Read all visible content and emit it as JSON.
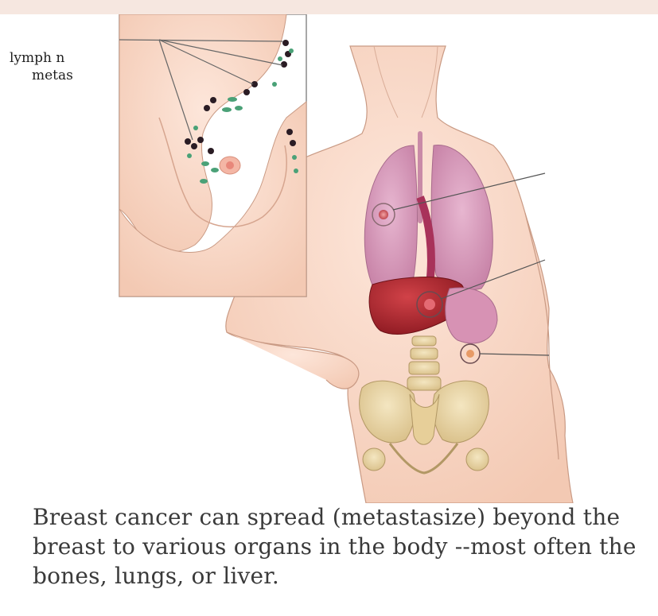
{
  "labels": {
    "lymph_line1": "lymph n",
    "lymph_line2": "metas"
  },
  "caption": "Breast cancer can spread (metastasize) beyond the breast to various organs in the body --most often the bones, lungs, or liver.",
  "colors": {
    "skin": "#f9d7c4",
    "lung": "#d89bbd",
    "liver": "#b5222b",
    "bone": "#ecd9a7",
    "node_dark": "#2a1c24",
    "node_green": "#4aa177"
  }
}
